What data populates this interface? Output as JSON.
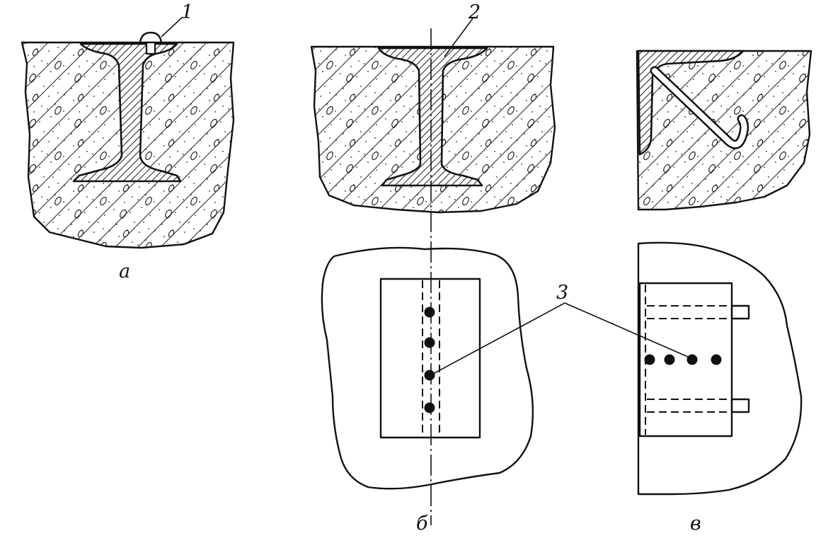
{
  "figure": {
    "panel_labels": {
      "a": "а",
      "b": "б",
      "c": "в"
    },
    "callouts": {
      "one": "1",
      "two": "2",
      "three": "3"
    }
  },
  "colors": {
    "ink": "#111111",
    "background": "#ffffff"
  }
}
